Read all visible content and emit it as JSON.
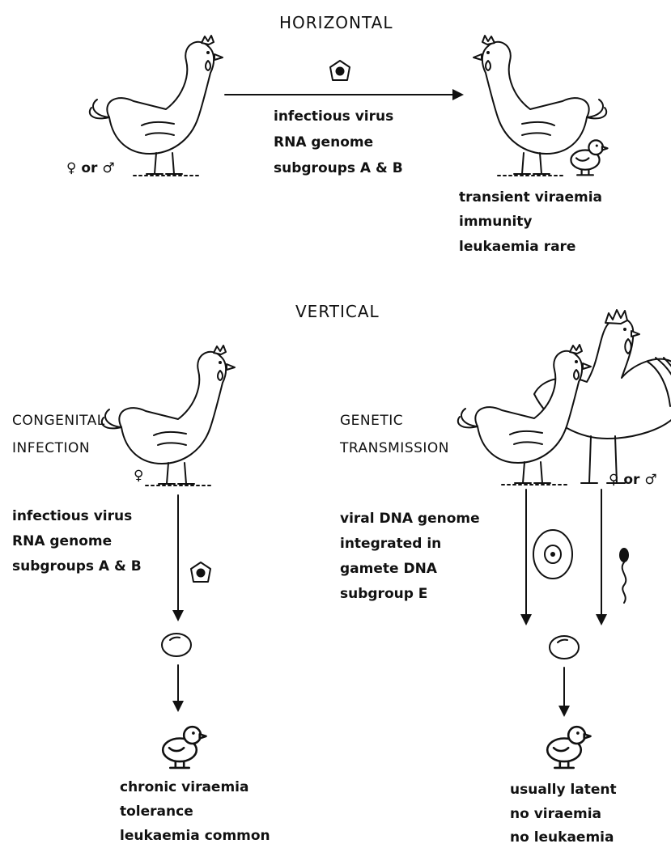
{
  "horizontal": {
    "heading": "HORIZONTAL",
    "source_sex": "♀ or ♂",
    "transmitted": [
      "infectious virus",
      "RNA genome",
      "subgroups A & B"
    ],
    "outcome": [
      "transient viraemia",
      "immunity",
      "leukaemia rare"
    ]
  },
  "vertical": {
    "heading": "VERTICAL",
    "congenital": {
      "title": [
        "CONGENITAL",
        "INFECTION"
      ],
      "sex": "♀",
      "transmitted": [
        "infectious virus",
        "RNA genome",
        "subgroups A & B"
      ],
      "outcome": [
        "chronic viraemia",
        "tolerance",
        "leukaemia common"
      ]
    },
    "genetic": {
      "title": [
        "GENETIC",
        "TRANSMISSION"
      ],
      "sex": "♀ or ♂",
      "transmitted": [
        "viral DNA genome",
        "integrated in",
        "gamete DNA",
        "subgroup E"
      ],
      "outcome": [
        "usually latent",
        "no viraemia",
        "no leukaemia"
      ]
    }
  }
}
